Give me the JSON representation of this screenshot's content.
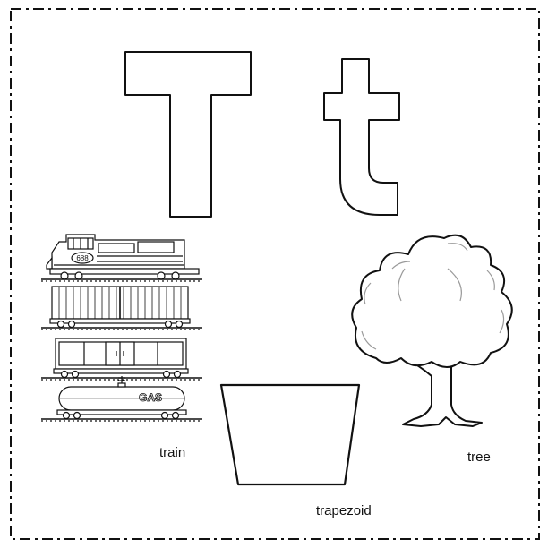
{
  "labels": {
    "train": "train",
    "trapezoid": "trapezoid",
    "tree": "tree"
  },
  "train_texts": {
    "engine_number": "688",
    "tank_text": "GAS"
  },
  "colors": {
    "outline": "#111111",
    "background": "#ffffff",
    "light_gray": "#cfcfcf"
  }
}
